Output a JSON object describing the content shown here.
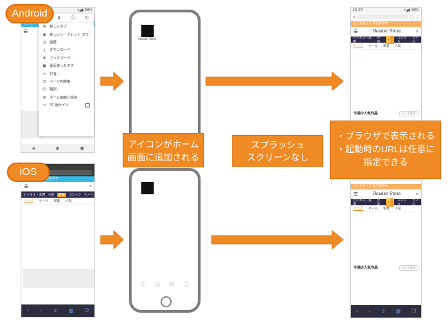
{
  "labels": {
    "android": "Android",
    "ios": "iOS"
  },
  "callouts": {
    "icon_added": [
      "アイコンがホーム",
      "画面に追加される"
    ],
    "no_splash": [
      "スプラッシュ",
      "スクリーンなし"
    ],
    "browser": [
      "・ブラウザで表示される",
      "・起動時のURLは任意に",
      "指定できる"
    ]
  },
  "android_screen": {
    "status_right": "▾◢▮ 98%",
    "promo": "ここをタップ 広告表示中",
    "menu_icons": [
      "☆",
      "⬇",
      "ⓘ",
      "↻"
    ],
    "menu_items": [
      {
        "icon": "⊕",
        "label": "新しいタブ"
      },
      {
        "icon": "◉",
        "label": "新しいシークレット タブ"
      },
      {
        "icon": "◷",
        "label": "履歴"
      },
      {
        "icon": "⤓",
        "label": "ダウンロード"
      },
      {
        "icon": "★",
        "label": "ブックマーク"
      },
      {
        "icon": "▣",
        "label": "最近使ったタブ"
      },
      {
        "icon": "<",
        "label": "共有..."
      },
      {
        "icon": "⊡",
        "label": "ページ内検索"
      },
      {
        "icon": "Ⓖ",
        "label": "翻訳..."
      },
      {
        "icon": "⊞",
        "label": "ホーム画面に追加"
      },
      {
        "icon": "▭",
        "label": "PC 版サイト"
      }
    ],
    "nav": [
      "◀",
      "●",
      "■"
    ]
  },
  "ios_screen": {
    "promo": "ここをタップ 広告表示中",
    "cats": [
      "ビジネス・実用",
      "小説",
      "新刊",
      "コミック",
      "ラノベ"
    ],
    "tabs": [
      "トップ",
      "セール",
      "新着",
      "人気"
    ]
  },
  "result_screen_top": {
    "status_left": "15:37",
    "status_right": "▾◢▮ 98%",
    "promo": "ここをタップ 広告表示中",
    "logo": "Reader Store",
    "cats": [
      "ビジネス・実用",
      "小説",
      "新刊",
      "コミック",
      "ラノベ"
    ],
    "tabs": [
      "トップ",
      "セール",
      "新着",
      "人気"
    ],
    "section": "今週の人気作品",
    "more": "もっと見る"
  },
  "result_screen_bottom": {
    "promo": "ここをタップ 広告表示中",
    "logo": "Reader Store",
    "cats": [
      "ビジネス・実用",
      "小説",
      "新刊",
      "コミック",
      "ラノベ"
    ],
    "tabs": [
      "トップ",
      "セール",
      "新着",
      "人気"
    ],
    "section": "今週の人気作品",
    "more": "もっと見る"
  },
  "phones": {
    "app_label": "Reader Store",
    "dock_icons": [
      "✆",
      "◎",
      "✉",
      "♫"
    ]
  },
  "colors": {
    "accent": "#f08a24",
    "accent_border": "#e06d0a",
    "nav_dark": "#2b2a4a",
    "phone_frame": "#7d7d7d"
  }
}
